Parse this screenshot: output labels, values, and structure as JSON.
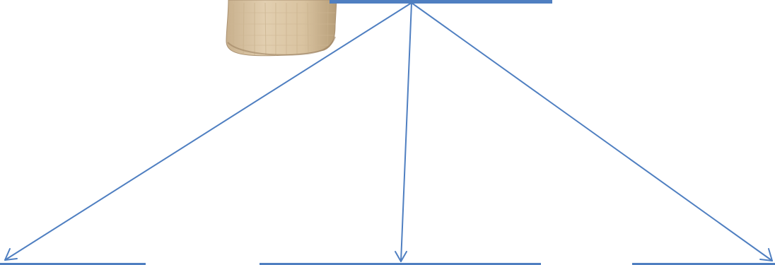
{
  "diagram": {
    "accent_color": "#4F7FC1",
    "top_label_text": "",
    "bottom_label_texts": [
      "",
      "",
      ""
    ],
    "image": {
      "icon": "burlap-sack-icon",
      "fill_color": "#D8C2A0",
      "shadow_color": "#A58D69"
    },
    "edges": [
      {
        "from": "top-bar",
        "to": "bottom-bar-left"
      },
      {
        "from": "top-bar",
        "to": "bottom-bar-center"
      },
      {
        "from": "top-bar",
        "to": "bottom-bar-right"
      }
    ]
  }
}
